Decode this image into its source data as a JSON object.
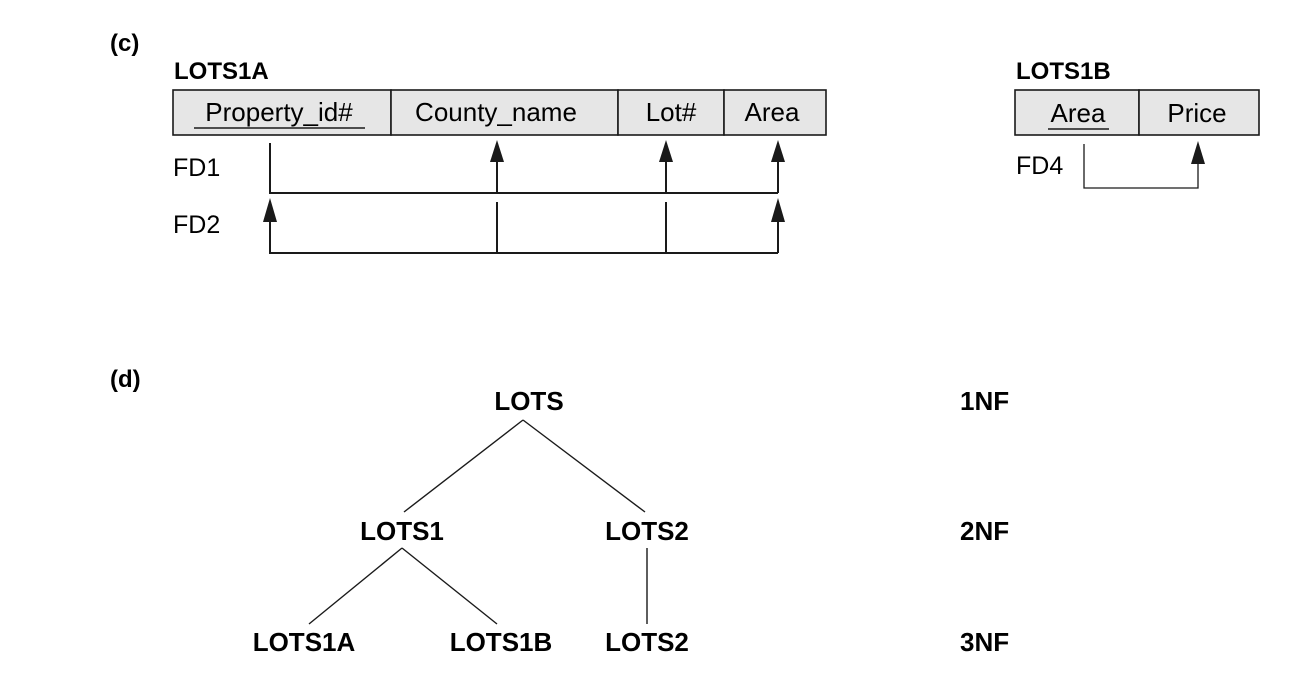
{
  "part_c": {
    "label": "(c)",
    "lots1a": {
      "name": "LOTS1A",
      "attributes": [
        "Property_id#",
        "County_name",
        "Lot#",
        "Area"
      ],
      "fd_labels": [
        "FD1",
        "FD2"
      ]
    },
    "lots1b": {
      "name": "LOTS1B",
      "attributes": [
        "Area",
        "Price"
      ],
      "fd_labels": [
        "FD4"
      ]
    }
  },
  "part_d": {
    "label": "(d)",
    "nodes": {
      "lots": "LOTS",
      "lots1": "LOTS1",
      "lots2": "LOTS2",
      "lots1a": "LOTS1A",
      "lots1b": "LOTS1B",
      "lots2_3nf": "LOTS2"
    },
    "levels": [
      "1NF",
      "2NF",
      "3NF"
    ]
  },
  "colors": {
    "cell_fill": "#e6e6e6",
    "stroke": "#1a1a1a"
  }
}
